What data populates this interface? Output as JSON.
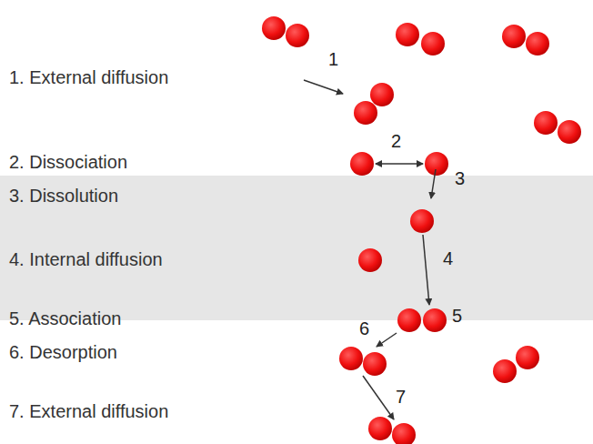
{
  "diagram": {
    "labels": [
      "1. External diffusion",
      "2. Dissociation",
      "3. Dissolution",
      "4. Internal diffusion",
      "5. Association",
      "6. Desorption",
      "7. External diffusion",
      "1",
      "2",
      "3",
      "4",
      "5",
      "6",
      "7"
    ]
  }
}
